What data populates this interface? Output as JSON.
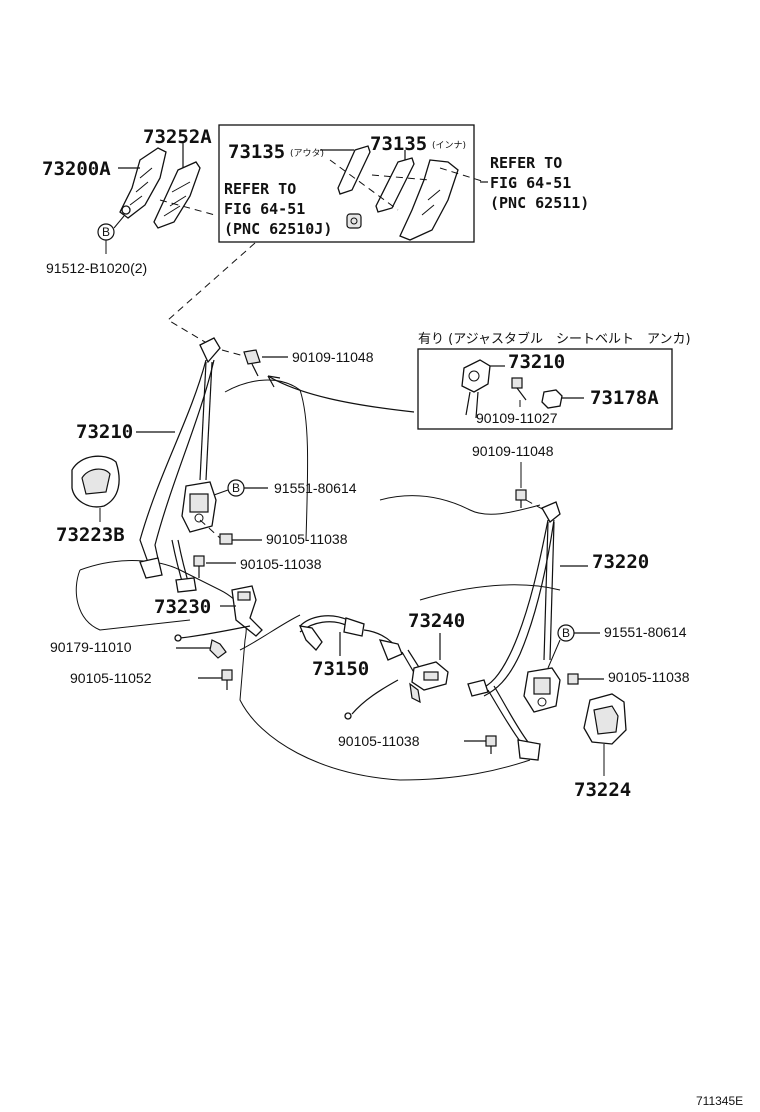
{
  "labels": {
    "p73200A": "73200A",
    "p73252A": "73252A",
    "p73135_out": "73135",
    "p73135_out_sub": "(アウタ)",
    "p73135_in": "73135",
    "p73135_in_sub": "(インナ)",
    "refer_left_1": "REFER TO",
    "refer_left_2": "FIG 64-51",
    "refer_left_3": "(PNC 62510J)",
    "refer_right_1": "REFER TO",
    "refer_right_2": "FIG 64-51",
    "refer_right_3": "(PNC 62511)",
    "b_91512": "91512-B1020(2)",
    "p90109_top": "90109-11048",
    "option_title": "有り (アジャスタブル　シートベルト　アンカ)",
    "p73210_box": "73210",
    "p73178A": "73178A",
    "p90109_box": "90109-11027",
    "p73210_left": "73210",
    "p73223B": "73223B",
    "b_91551_left": "91551-80614",
    "p90105_a": "90105-11038",
    "p90105_b": "90105-11038",
    "p73230": "73230",
    "p90179": "90179-11010",
    "p90105_11052": "90105-11052",
    "p73150": "73150",
    "p73240": "73240",
    "p90105_c": "90105-11038",
    "p90109_right": "90109-11048",
    "p73220": "73220",
    "b_91551_right": "91551-80614",
    "p90105_d": "90105-11038",
    "p73224": "73224",
    "b_mark": "B",
    "diagram_code": "711345E"
  }
}
